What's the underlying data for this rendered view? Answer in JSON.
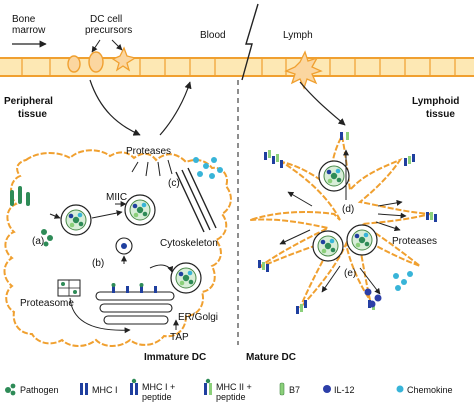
{
  "top": {
    "bone_marrow": [
      "Bone",
      "marrow"
    ],
    "dc_precursors": [
      "DC cell",
      "precursors"
    ],
    "blood": "Blood",
    "lymph": "Lymph"
  },
  "left_region": [
    "Peripheral",
    "tissue"
  ],
  "right_region": [
    "Lymphoid",
    "tissue"
  ],
  "immature": {
    "title": "Immature DC",
    "proteases": "Proteases",
    "miic": "MIIC",
    "cytoskeleton": "Cytoskeleton",
    "proteasome": "Proteasome",
    "er_golgi": "ER/Golgi",
    "tap": "TAP",
    "a": "(a)",
    "b": "(b)",
    "c": "(c)"
  },
  "mature": {
    "title": "Mature DC",
    "proteases": "Proteases",
    "d": "(d)",
    "e": "(e)"
  },
  "legend": {
    "pathogen": "Pathogen",
    "mhc1": "MHC I",
    "mhc1_peptide": [
      "MHC I +",
      "peptide"
    ],
    "mhc2_peptide": [
      "MHC II +",
      "peptide"
    ],
    "b7": "B7",
    "il12": "IL-12",
    "chemokine": "Chemokine"
  },
  "colors": {
    "membrane": "#f0a030",
    "vessel_fill": "#fde8b4",
    "pathogen": "#2e8b57",
    "mhc": "#1f3f9f",
    "b7": "#8bd07a",
    "il12": "#2c3ea8",
    "chemokine": "#38b4d8"
  }
}
